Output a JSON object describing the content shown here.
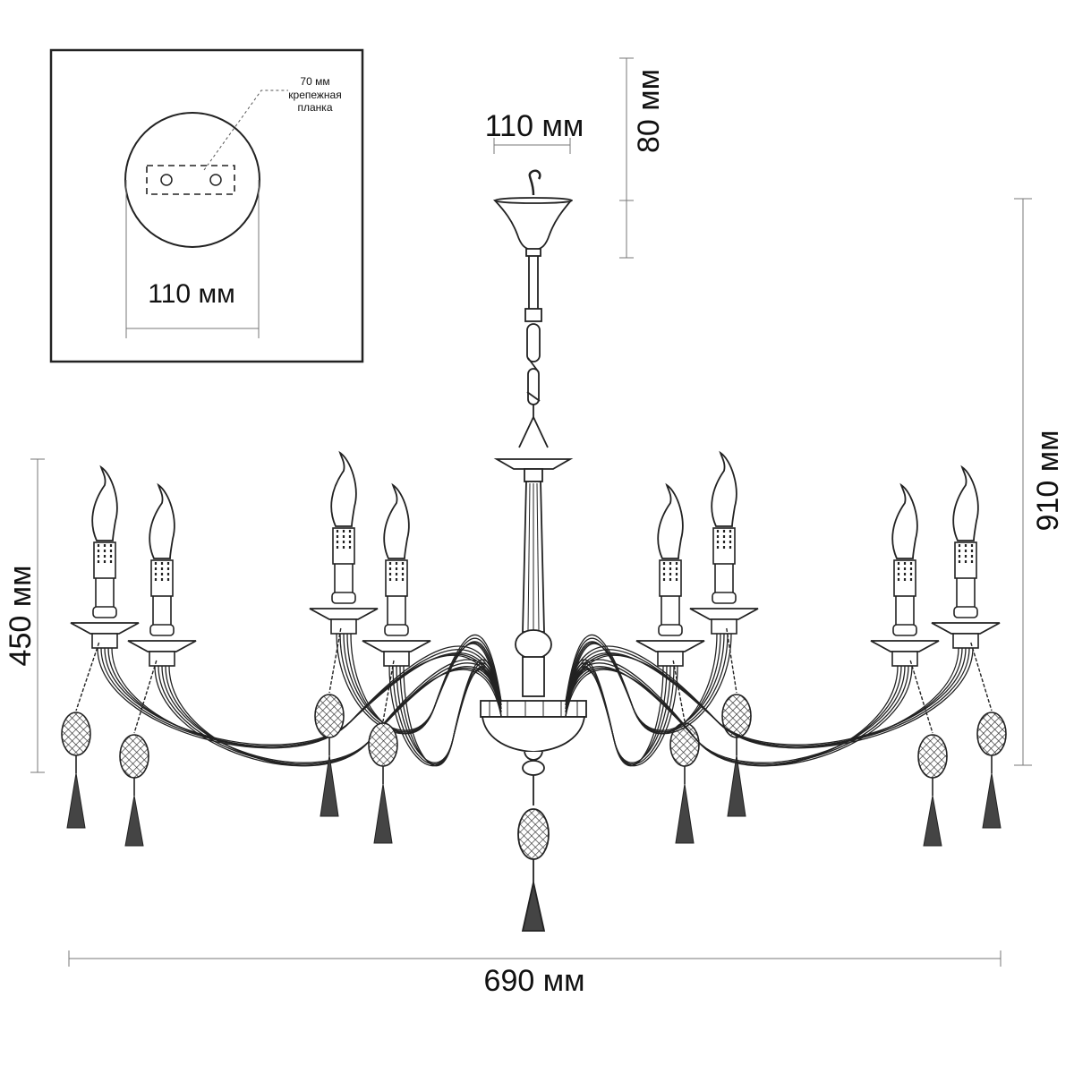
{
  "inset": {
    "plate_label_size": "70 мм",
    "plate_label_line1": "крепежная",
    "plate_label_line2": "планка",
    "canopy_width": "110 мм"
  },
  "dimensions": {
    "canopy_width": "110 мм",
    "canopy_height": "80 мм",
    "total_height": "910 мм",
    "body_height": "450 мм",
    "total_width": "690 мм"
  },
  "fixture": {
    "arm_count": 8,
    "colors": {
      "line": "#222222",
      "background": "#ffffff"
    }
  }
}
